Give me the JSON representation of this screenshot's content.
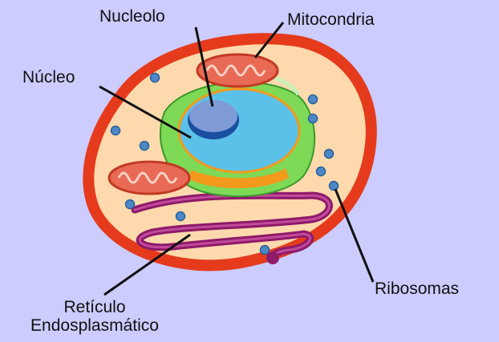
{
  "labels": {
    "nucleolo": "Nucleolo",
    "mitocondria": "Mitocondria",
    "nucleo": "Núcleo",
    "ribosomas": "Ribosomas",
    "reticulo_line1": "Retículo",
    "reticulo_line2": "Endosplasmático"
  },
  "colors": {
    "background": "#ccccff",
    "membrane": "#e53b1c",
    "cytoplasm": "#fdd9ad",
    "nucleus": "#5cc1e8",
    "nucleolus": "#7f9bd6",
    "golgi_green": "#7ed957",
    "golgi_orange": "#f39a1c",
    "mitochondria": "#e86a55",
    "reticulum": "#8e1a6a",
    "ribosome": "#4d88c6",
    "leader_line": "#111111"
  }
}
